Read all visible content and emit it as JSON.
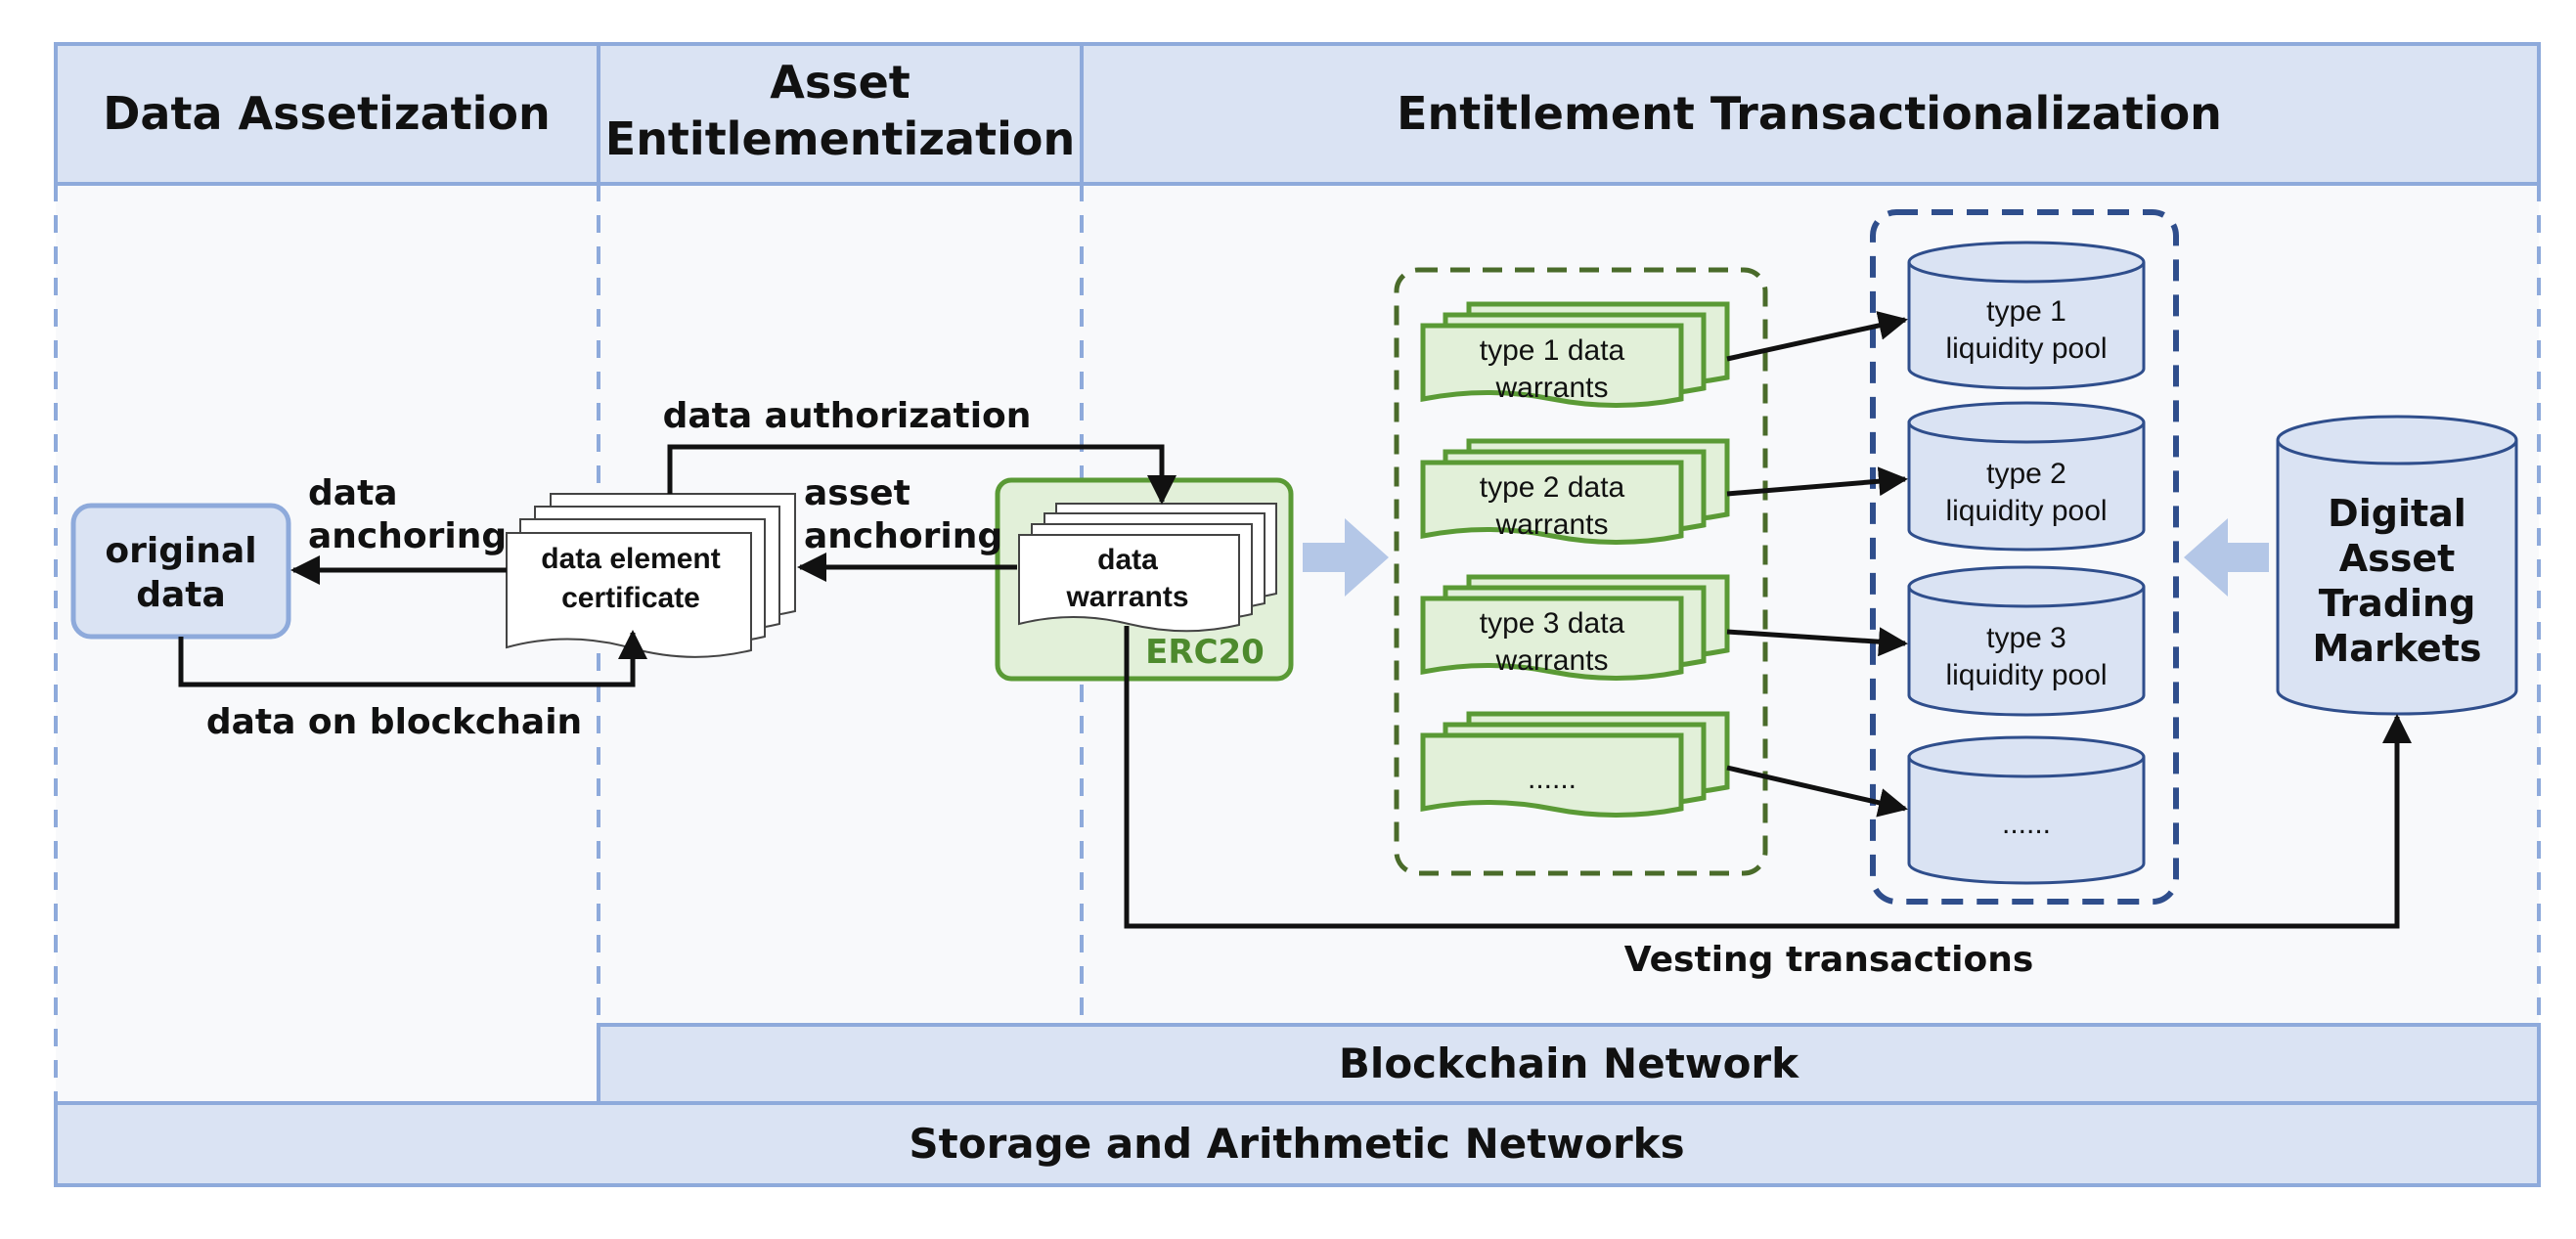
{
  "headers": {
    "col1": "Data Assetization",
    "col2_line1": "Asset",
    "col2_line2": "Entitlementization",
    "col3": "Entitlement Transactionalization"
  },
  "bottom": {
    "blockchain": "Blockchain Network",
    "storage": "Storage and Arithmetic Networks"
  },
  "nodes": {
    "original_data": [
      "original",
      "data"
    ],
    "certificate": [
      "data element",
      "certificate"
    ],
    "warrants": [
      "data",
      "warrants"
    ],
    "erc20": "ERC20",
    "warrant_types": [
      [
        "type 1 data",
        "warrants"
      ],
      [
        "type 2 data",
        "warrants"
      ],
      [
        "type 3 data",
        "warrants"
      ],
      [
        "......"
      ]
    ],
    "pools": [
      [
        "type 1",
        "liquidity pool"
      ],
      [
        "type 2",
        "liquidity pool"
      ],
      [
        "type 3",
        "liquidity pool"
      ],
      [
        "......"
      ]
    ],
    "market": [
      "Digital",
      "Asset",
      "Trading",
      "Markets"
    ]
  },
  "edges": {
    "data_anchoring": [
      "data",
      "anchoring"
    ],
    "asset_anchoring": [
      "asset",
      "anchoring"
    ],
    "data_authorization": "data authorization",
    "data_on_blockchain": "data on blockchain",
    "vesting": "Vesting transactions"
  },
  "colors": {
    "frame": "#8eaadb",
    "header_fill": "#dae3f3",
    "panel_fill": "#f8f9fb",
    "green": "#5a9a35",
    "green_fill": "#e2f0d9",
    "navy": "#2f4e8c",
    "dark_green": "#4a6b2a"
  }
}
